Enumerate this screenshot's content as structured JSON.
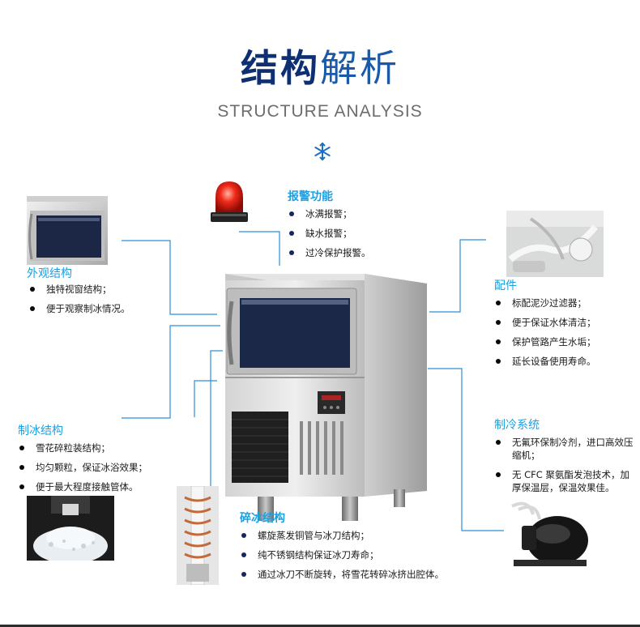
{
  "header": {
    "title_bold": "结构",
    "title_light": "解析",
    "subtitle": "STRUCTURE ANALYSIS"
  },
  "colors": {
    "title": "#0f2f73",
    "accent": "#1da0e0",
    "line": "#2e8fd6"
  },
  "sections": {
    "alarm": {
      "title": "报警功能",
      "items": [
        "冰满报警；",
        "缺水报警；",
        "过冷保护报警。"
      ]
    },
    "appearance": {
      "title": "外观结构",
      "items": [
        "独特视窗结构；",
        "便于观察制冰情况。"
      ]
    },
    "accessories": {
      "title": "配件",
      "items": [
        "标配泥沙过滤器；",
        "便于保证水体清洁；",
        "保护管路产生水垢；",
        "延长设备使用寿命。"
      ]
    },
    "ice_making": {
      "title": "制冰结构",
      "items": [
        "雪花碎粒装结构；",
        "均匀颗粒，保证冰浴效果；",
        "便于最大程度接触管体。"
      ]
    },
    "refrigeration": {
      "title": "制冷系统",
      "items": [
        "无氟环保制冷剂，进口高效压缩机；",
        "无 CFC 聚氨酯发泡技术，加厚保温层，保温效果佳。"
      ]
    },
    "crushing": {
      "title": "碎冰结构",
      "items": [
        "螺旋蒸发铜管与冰刀结构；",
        "纯不锈钢结构保证冰刀寿命；",
        "通过冰刀不断旋转，将雪花转碎冰挤出腔体。"
      ]
    }
  },
  "icons": {
    "snowflake": "snowflake-icon",
    "alarm_light": "alarm-light-icon"
  }
}
